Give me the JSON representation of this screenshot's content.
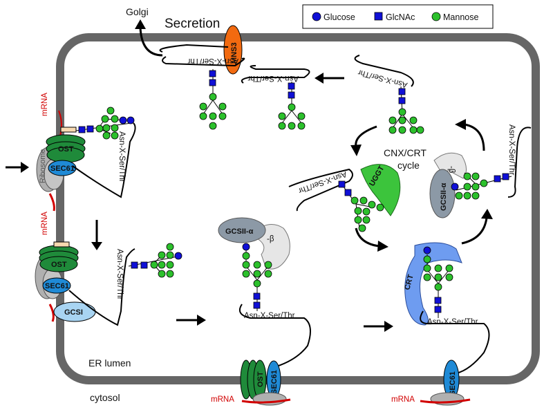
{
  "labels": {
    "golgi": "Golgi",
    "secretion": "Secretion",
    "er_lumen": "ER lumen",
    "cytosol": "cytosol",
    "cnx_crt_1": "CNX/CRT",
    "cnx_crt_2": "cycle"
  },
  "legend": {
    "glucose": "Glucose",
    "glcnac": "GlcNAc",
    "mannose": "Mannose"
  },
  "proteins": {
    "mns3": "MNS3",
    "ost": "OST",
    "sec61": "SEC61",
    "gcsi": "GCSI",
    "gcsii_alpha": "GCSII-α",
    "beta": "-β",
    "uggt": "UGGT",
    "crt": "CRT",
    "ribosome": "Ribosome",
    "mrna": "mRNA"
  },
  "motif": "Asn-X-Ser/Thr",
  "colors": {
    "membrane": "#666666",
    "glucose": "#1010d6",
    "glcnac": "#1010d6",
    "mannose": "#2cc02c",
    "ost": "#1f8a3a",
    "sec61": "#1f8ad6",
    "gcsi": "#a8d4f2",
    "mns3": "#f26a10",
    "uggt": "#3cc43c",
    "crt": "#6e9cf0",
    "gcsii": "#8c99a6",
    "ribosome": "#b0b0b0",
    "mrna": "#d10000"
  }
}
